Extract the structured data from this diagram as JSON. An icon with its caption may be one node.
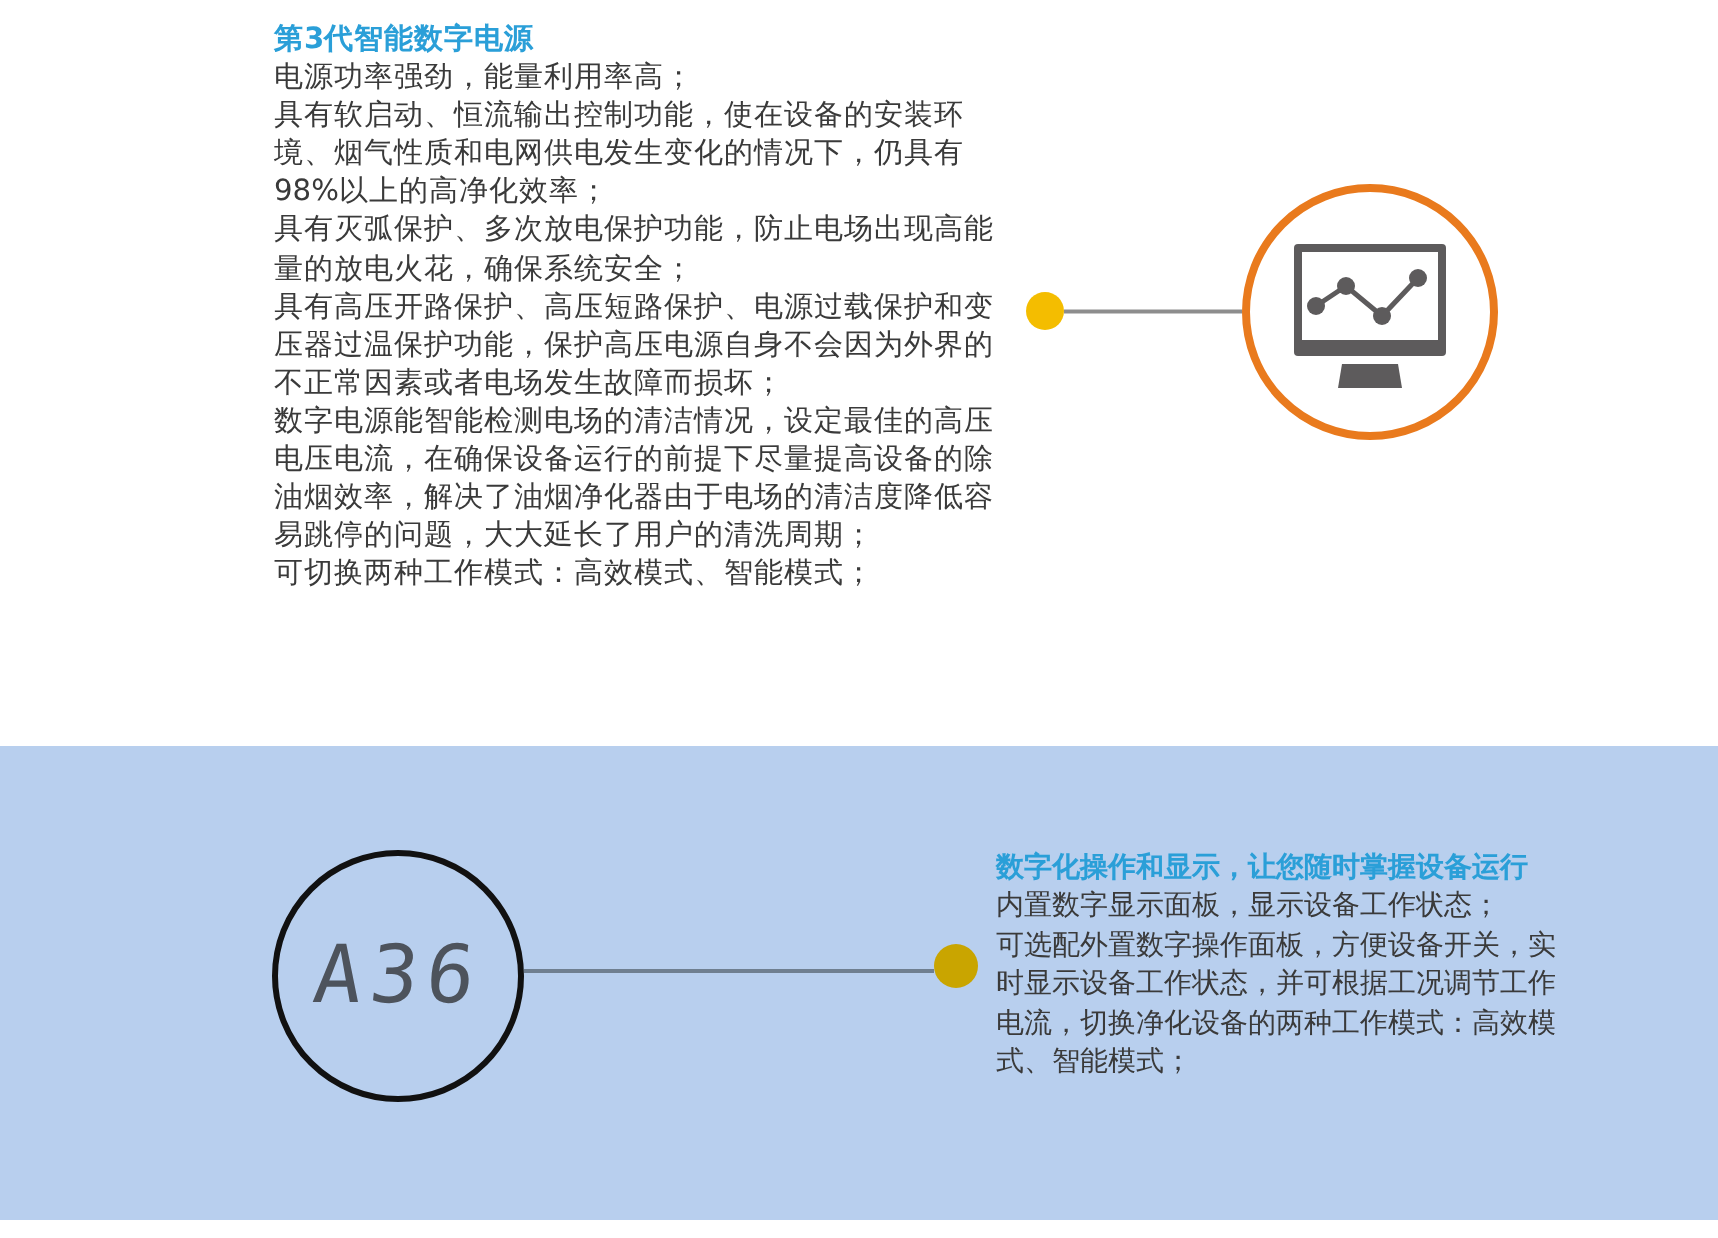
{
  "diagram": {
    "nodes": [
      {
        "text": [
          "第3代智能数字电源",
          "电源功率强劲，能量利用率高；",
          "具有软启动、恒流输出控制功能，使在设备的安装环境、烟气性质和电网供电发生变化的情况下，仍具有98%以上的高净化效率；",
          "具有灭弧保护、多次放电保护功能，防止电场出现高能量的放电火花，确保系统安全；",
          "具有高压开路保护、高压短路保护、电源过载保护和变压器过温保护功能，保护高压电源自身不会因为外界的不正常因素或者电场发生故障而损坏；",
          "数字电源能智能检测电场的清洁情况，设定最佳的高压电压电流，在确保设备运行的前提下尽量提高设备的除油烟效率，解决了油烟净化器由于电场的清洁度降低容易跳停的问题，大大延长了用户的清洗周期；",
          "可切换两种工作模式：高效模式、智能模式；"
        ]
      },
      {
        "text": [],
        "shape": "circle"
      },
      {
        "text": [],
        "shape": "picture"
      },
      {
        "text": [
          "A36"
        ]
      },
      {
        "text": [],
        "shape": "circle"
      },
      {
        "text": [
          "数字化操作和显示，让您随时掌握设备运行",
          "内置数字显示面板，显示设备工作状态；",
          "可选配外置数字操作面板，方便设备开关，实时显示设备工作状态，并可根据工况调节工作电流，切换净化设备的两种工作模式：高效模式、智能模式；"
        ]
      }
    ],
    "edges": [
      {
        "from": 1,
        "to": 2,
        "arrow": "none"
      },
      {
        "from": 3,
        "to": 4,
        "arrow": "none",
        "color": "#6f7f90"
      }
    ]
  }
}
